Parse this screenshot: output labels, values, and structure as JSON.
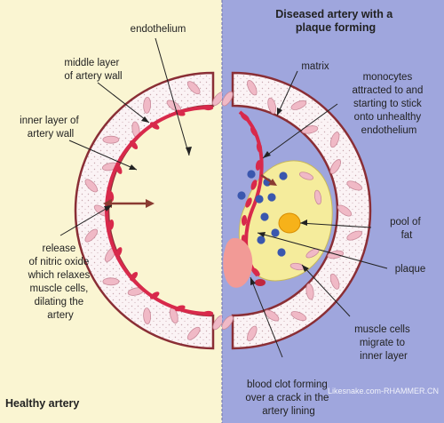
{
  "colors": {
    "healthy_bg": "#faf5d2",
    "diseased_bg": "#9fa6dd",
    "wall_fill": "#fbf3f5",
    "wall_border": "#8a2e35",
    "muscle_cell": "#f0b9c6",
    "endothelium": "#d8294b",
    "plaque": "#f5ec9c",
    "fat_pool": "#f6b21a",
    "monocyte": "#3a57ae",
    "blood_clot": "#f29a96",
    "arrow": "#8a3b32"
  },
  "left_panel": {
    "title": "Healthy artery",
    "labels": {
      "endothelium": "endothelium",
      "middle_layer": [
        "middle layer",
        "of artery wall"
      ],
      "inner_layer": [
        "inner layer of",
        "artery wall"
      ],
      "nitric_oxide": [
        "release",
        "of nitric oxide",
        "which relaxes",
        "muscle cells,",
        "dilating the",
        "artery"
      ]
    }
  },
  "right_panel": {
    "title": [
      "Diseased artery with a",
      "plaque forming"
    ],
    "labels": {
      "matrix": "matrix",
      "monocytes": [
        "monocytes",
        "attracted to and",
        "starting to stick",
        "onto unhealthy",
        "endothelium"
      ],
      "pool_of_fat": [
        "pool of",
        "fat"
      ],
      "plaque": "plaque",
      "muscle_migrate": [
        "muscle cells",
        "migrate to",
        "inner layer"
      ],
      "blood_clot": [
        "blood clot forming",
        "over a crack in the",
        "artery lining"
      ]
    },
    "watermark": "Likesnake.com-RHAMMER.CN"
  }
}
